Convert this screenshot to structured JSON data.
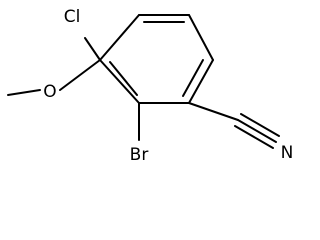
{
  "molecule": {
    "atoms": {
      "chlorine": "Cl",
      "oxygen": "O",
      "bromine": "Br",
      "nitrogen": "N"
    }
  }
}
